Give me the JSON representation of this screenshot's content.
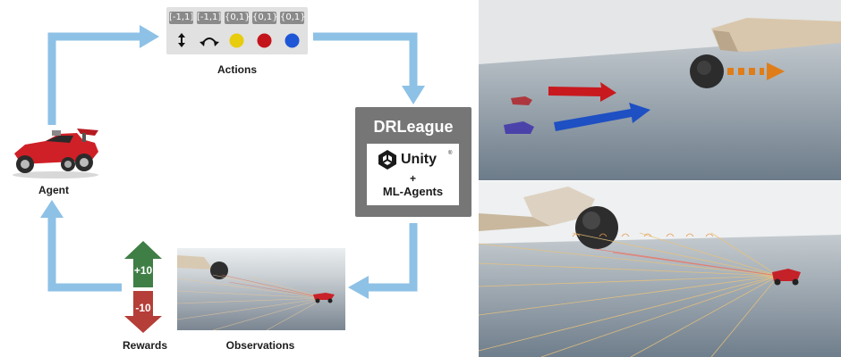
{
  "diagram": {
    "actions_label": "Actions",
    "agent_label": "Agent",
    "rewards_label": "Rewards",
    "observations_label": "Observations",
    "actions": [
      {
        "range": "[-1,1]",
        "icon": "up-down-arrow-icon"
      },
      {
        "range": "[-1,1]",
        "icon": "curved-arrow-icon"
      },
      {
        "range": "{0,1}",
        "icon": "yellow-dot-icon",
        "color": "#e8cc0e"
      },
      {
        "range": "{0,1}",
        "icon": "red-dot-icon",
        "color": "#c4141b"
      },
      {
        "range": "{0,1}",
        "icon": "blue-dot-icon",
        "color": "#1f56d6"
      }
    ],
    "environment": {
      "title": "DRLeague",
      "engine": "Unity",
      "plus": "+",
      "toolkit": "ML-Agents"
    },
    "rewards": {
      "positive": "+10",
      "negative": "-10",
      "positive_color": "#3f7e45",
      "negative_color": "#b53e38"
    },
    "arrow_color": "#8ec1e6"
  }
}
